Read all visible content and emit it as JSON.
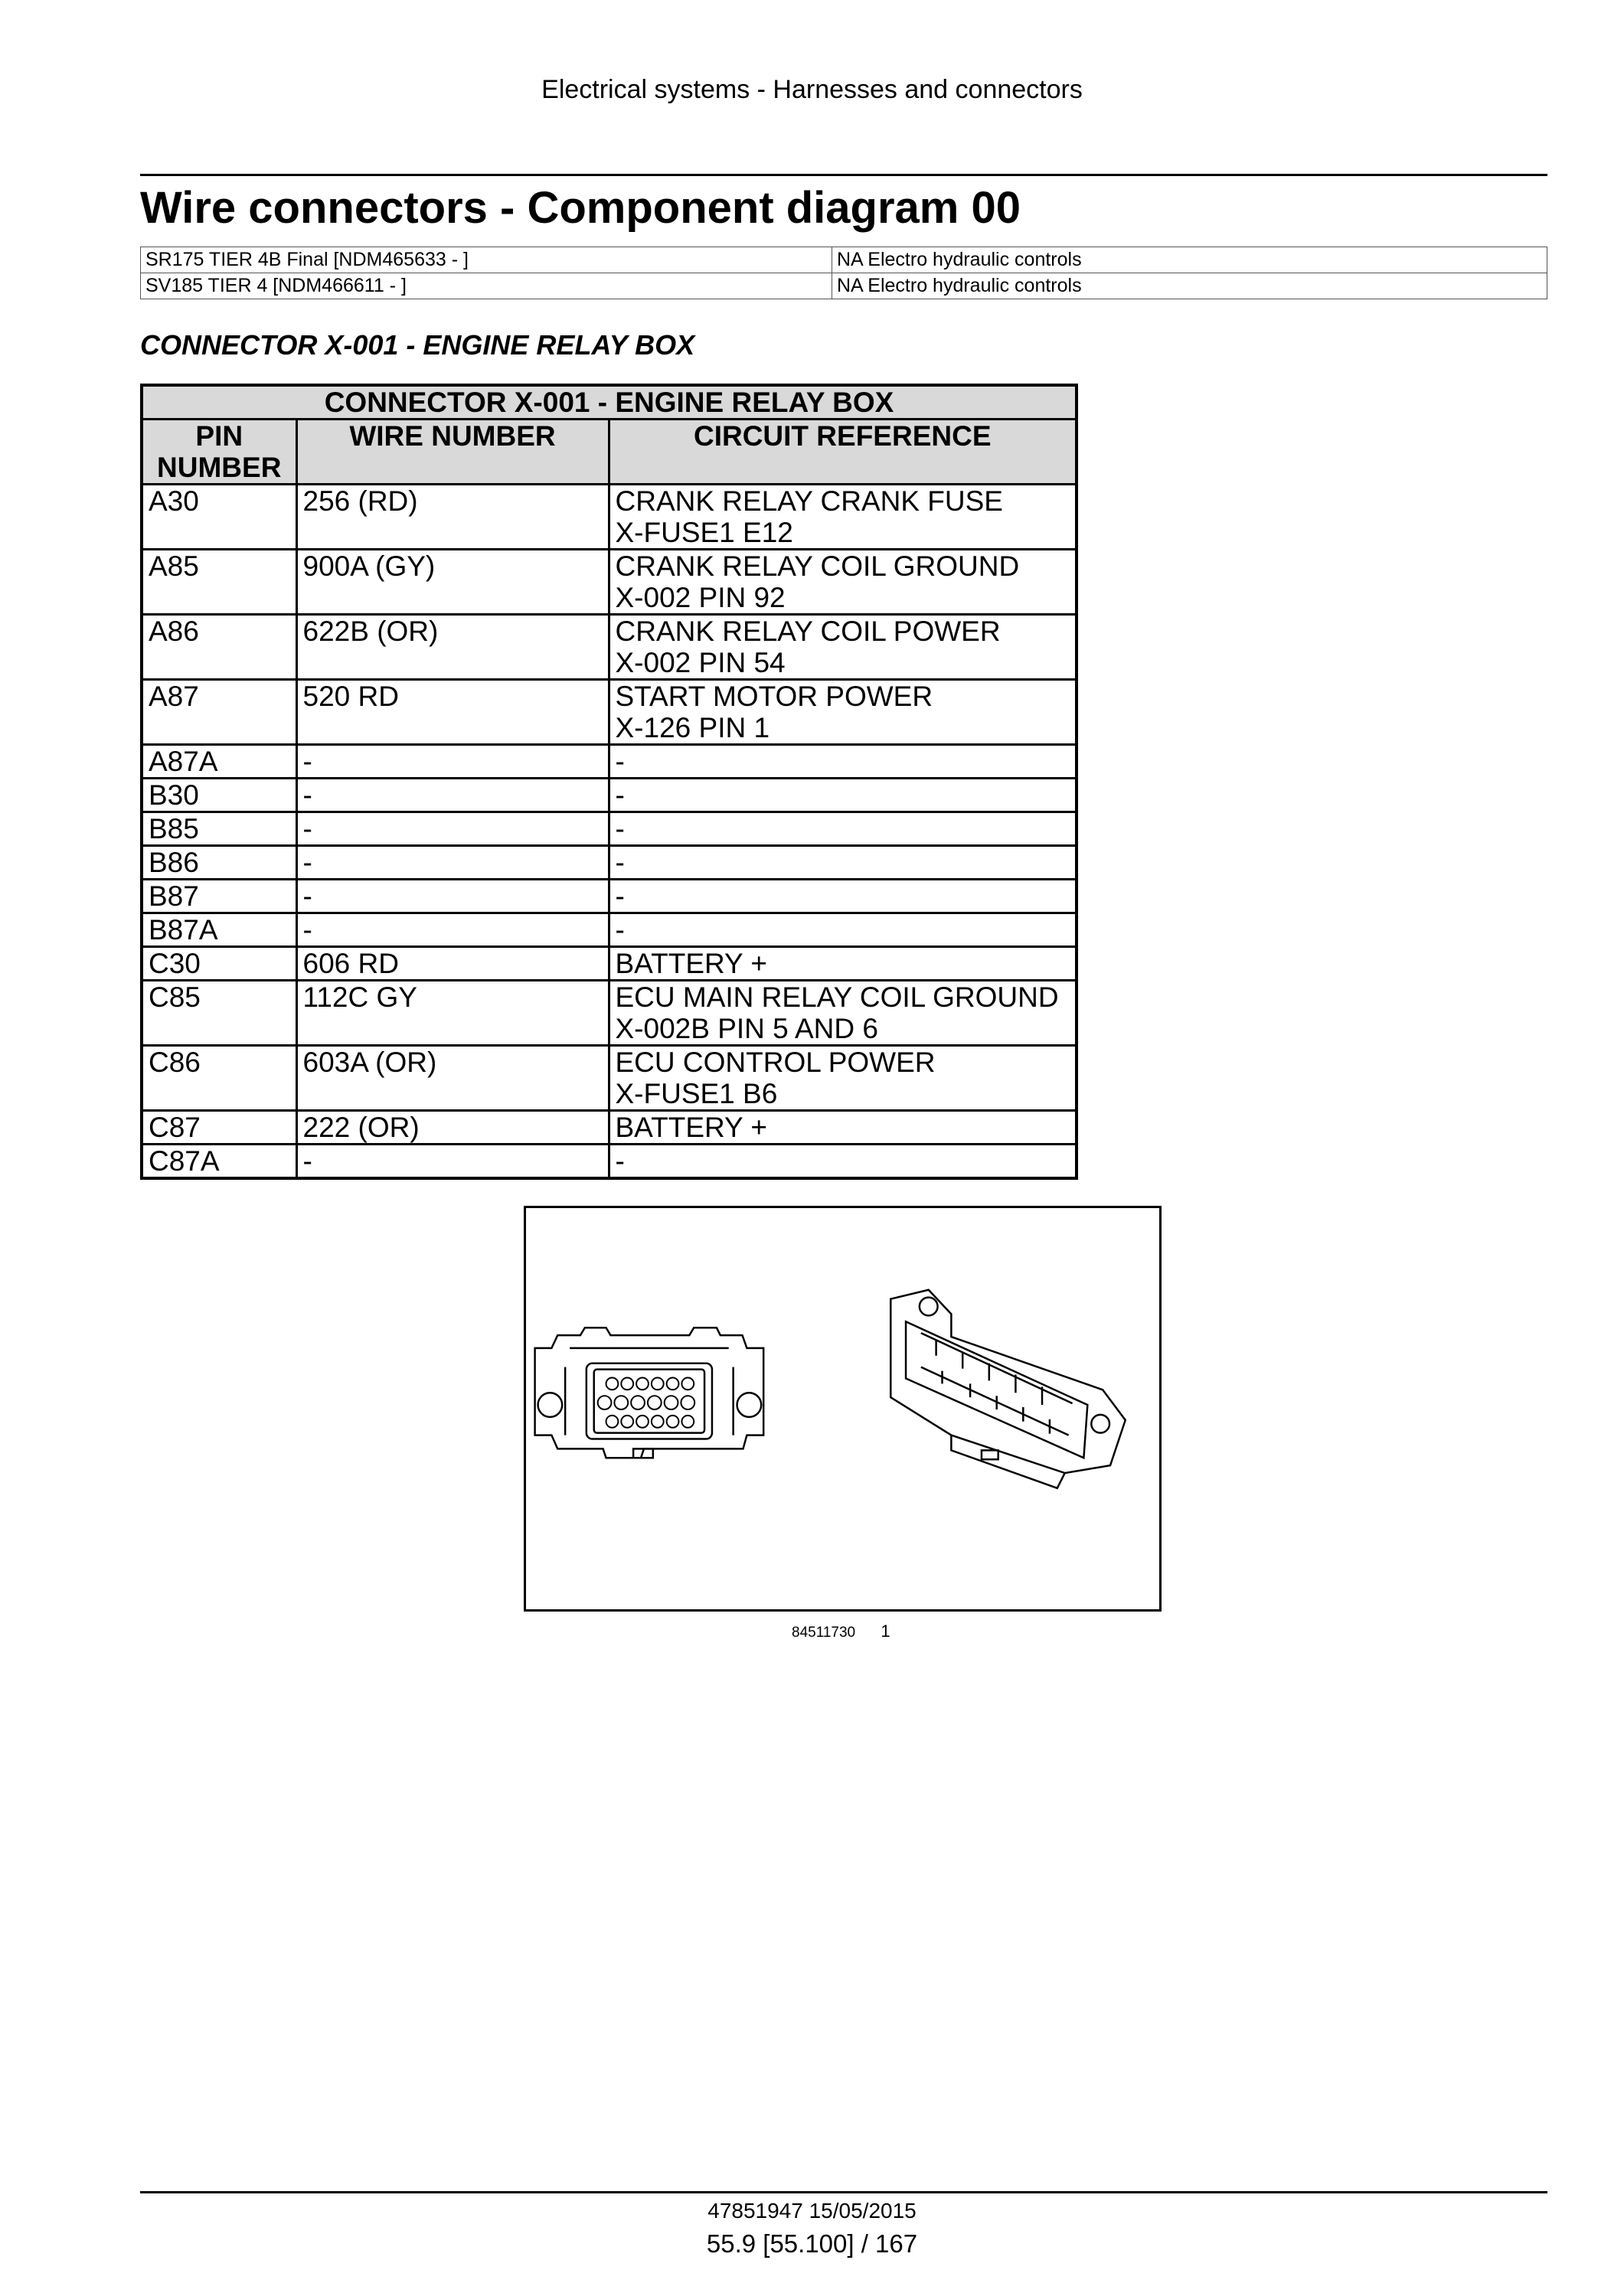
{
  "header": {
    "running_title": "Electrical systems - Harnesses and connectors"
  },
  "title": "Wire connectors - Component diagram 00",
  "applicability": [
    {
      "model": "SR175 TIER 4B Final [NDM465633 - ]",
      "variant": "NA Electro hydraulic controls"
    },
    {
      "model": "SV185 TIER 4 [NDM466611 - ]",
      "variant": "NA Electro hydraulic controls"
    }
  ],
  "section_title": "CONNECTOR X-001 - ENGINE RELAY BOX",
  "pin_table": {
    "caption": "CONNECTOR X-001 - ENGINE RELAY BOX",
    "columns": [
      "PIN NUMBER",
      "WIRE NUMBER",
      "CIRCUIT REFERENCE"
    ],
    "rows": [
      {
        "pin": "A30",
        "wire": "256 (RD)",
        "circuit": "CRANK RELAY CRANK FUSE\nX-FUSE1 E12"
      },
      {
        "pin": "A85",
        "wire": "900A (GY)",
        "circuit": "CRANK RELAY COIL GROUND\nX-002 PIN 92"
      },
      {
        "pin": "A86",
        "wire": "622B (OR)",
        "circuit": "CRANK RELAY COIL POWER\nX-002 PIN 54"
      },
      {
        "pin": "A87",
        "wire": "520 RD",
        "circuit": "START MOTOR POWER\nX-126 PIN 1"
      },
      {
        "pin": "A87A",
        "wire": "-",
        "circuit": "-"
      },
      {
        "pin": "B30",
        "wire": "-",
        "circuit": "-"
      },
      {
        "pin": "B85",
        "wire": "-",
        "circuit": "-"
      },
      {
        "pin": "B86",
        "wire": "-",
        "circuit": "-"
      },
      {
        "pin": "B87",
        "wire": "-",
        "circuit": "-"
      },
      {
        "pin": "B87A",
        "wire": "-",
        "circuit": "-"
      },
      {
        "pin": "C30",
        "wire": "606 RD",
        "circuit": "BATTERY +"
      },
      {
        "pin": "C85",
        "wire": "112C GY",
        "circuit": "ECU MAIN RELAY COIL GROUND\nX-002B PIN 5 AND 6"
      },
      {
        "pin": "C86",
        "wire": "603A (OR)",
        "circuit": "ECU CONTROL POWER\nX-FUSE1 B6"
      },
      {
        "pin": "C87",
        "wire": "222 (OR)",
        "circuit": "BATTERY +"
      },
      {
        "pin": "C87A",
        "wire": "-",
        "circuit": "-"
      }
    ]
  },
  "figure": {
    "reference": "84511730",
    "number": "1"
  },
  "footer": {
    "doc_ref": "47851947 15/05/2015",
    "page_ref": "55.9 [55.100] / 167"
  }
}
